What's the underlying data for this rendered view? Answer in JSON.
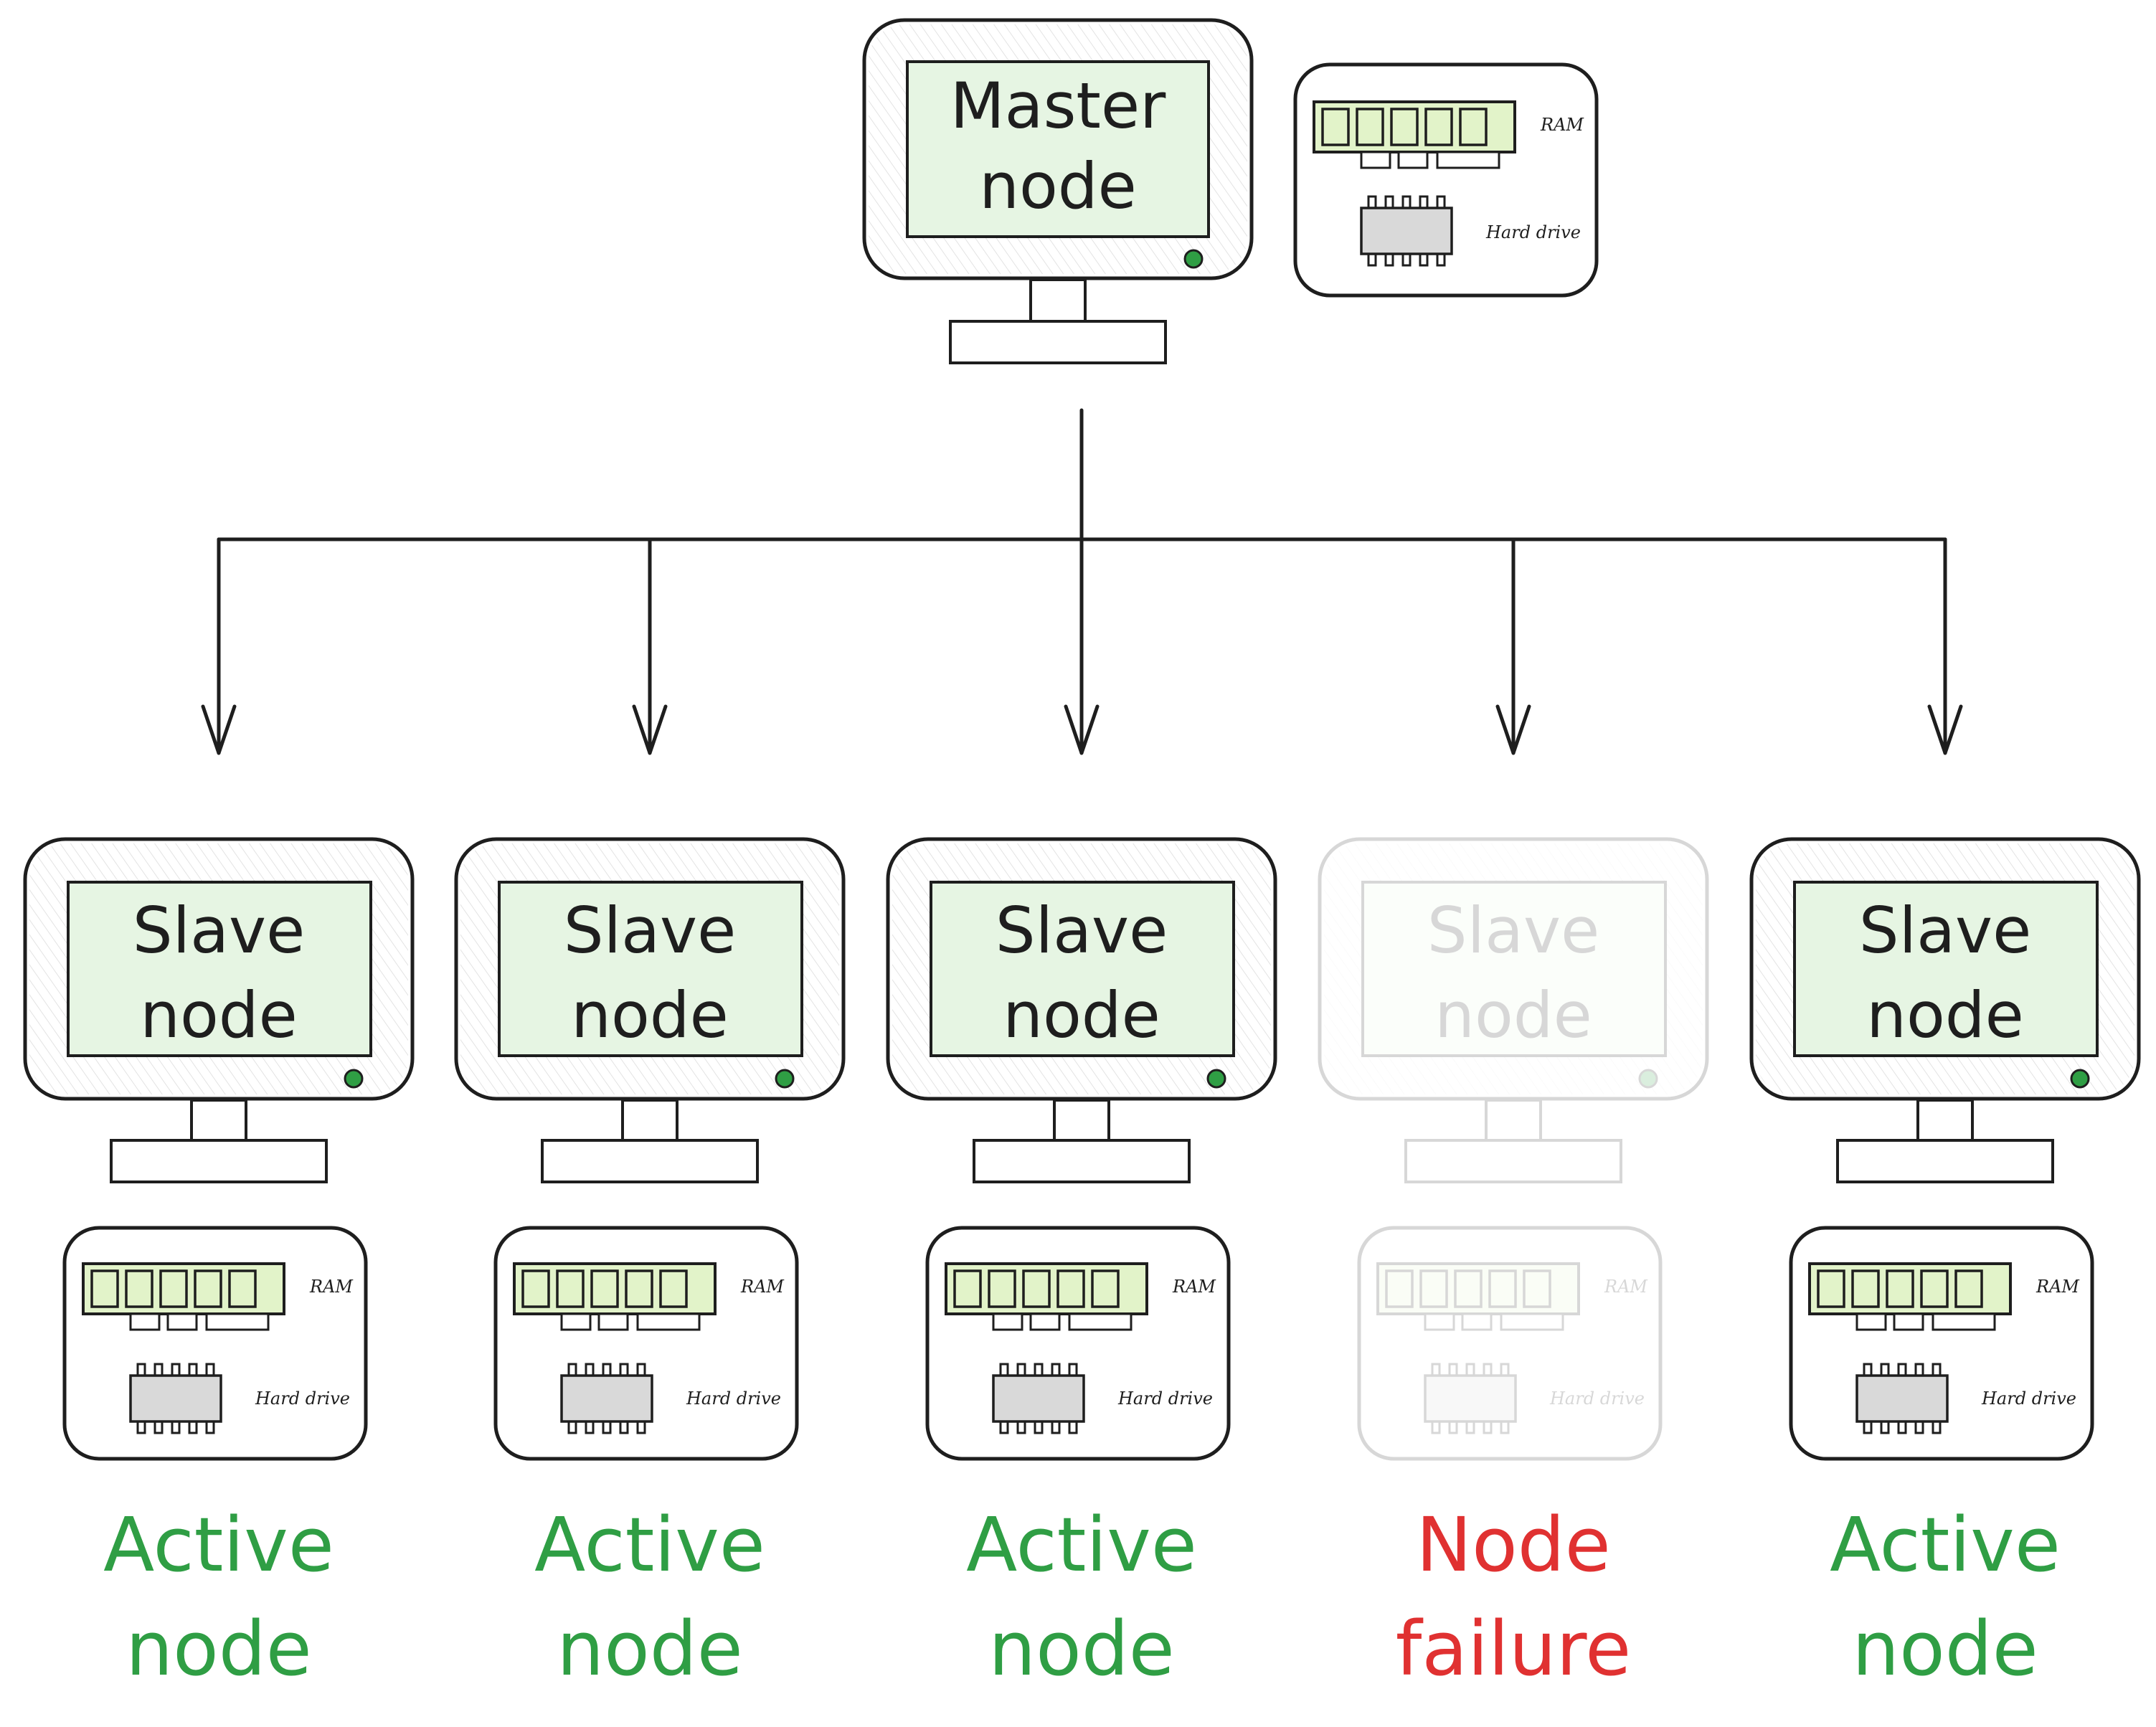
{
  "colors": {
    "ink": "#1e1e1e",
    "screen_fill": "#e6f5e3",
    "led": "#2f9e44",
    "active": "#2f9e44",
    "failure": "#e03131"
  },
  "master": {
    "screen_line1": "Master",
    "screen_line2": "node",
    "ram_label": "RAM",
    "hdd_label": "Hard drive"
  },
  "slaves": [
    {
      "screen_line1": "Slave",
      "screen_line2": "node",
      "ram_label": "RAM",
      "hdd_label": "Hard drive",
      "status_line1": "Active",
      "status_line2": "node",
      "status": "active"
    },
    {
      "screen_line1": "Slave",
      "screen_line2": "node",
      "ram_label": "RAM",
      "hdd_label": "Hard drive",
      "status_line1": "Active",
      "status_line2": "node",
      "status": "active"
    },
    {
      "screen_line1": "Slave",
      "screen_line2": "node",
      "ram_label": "RAM",
      "hdd_label": "Hard drive",
      "status_line1": "Active",
      "status_line2": "node",
      "status": "active"
    },
    {
      "screen_line1": "Slave",
      "screen_line2": "node",
      "ram_label": "RAM",
      "hdd_label": "Hard drive",
      "status_line1": "Node",
      "status_line2": "failure",
      "status": "failed"
    },
    {
      "screen_line1": "Slave",
      "screen_line2": "node",
      "ram_label": "RAM",
      "hdd_label": "Hard drive",
      "status_line1": "Active",
      "status_line2": "node",
      "status": "active"
    }
  ]
}
